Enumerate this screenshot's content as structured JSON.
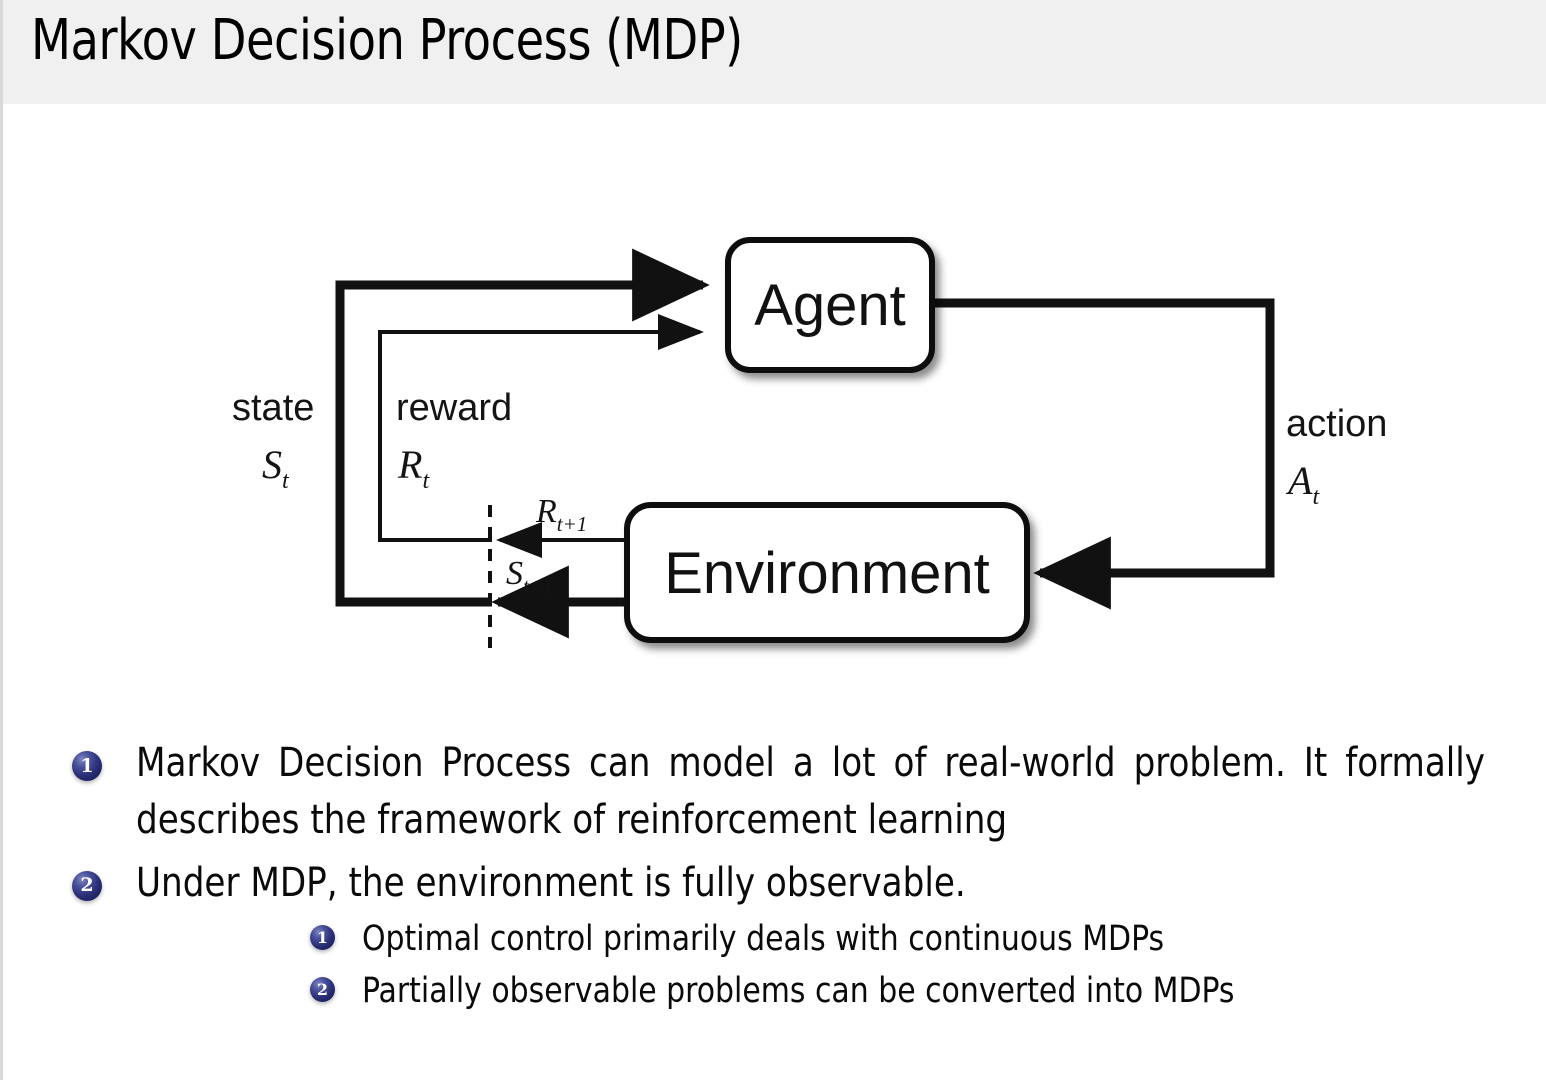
{
  "slide": {
    "title": "Markov Decision Process (MDP)",
    "header_bg": "#f0f0f0",
    "body_bg": "#ffffff",
    "bullet_color": "#2b3078",
    "text_color": "#0a0a0a"
  },
  "diagram": {
    "name": "agent-environment-interaction",
    "nodes": [
      {
        "id": "agent",
        "label": "Agent"
      },
      {
        "id": "environment",
        "label": "Environment"
      }
    ],
    "edge_labels": {
      "state_word": "state",
      "state_symbol": "S",
      "state_symbol_sub": "t",
      "reward_word": "reward",
      "reward_symbol": "R",
      "reward_symbol_sub": "t",
      "action_word": "action",
      "action_symbol": "A",
      "action_symbol_sub": "t",
      "reward_next_symbol": "R",
      "reward_next_sub": "t+1",
      "state_next_symbol": "S",
      "state_next_sub": "t+1"
    },
    "stroke_color": "#111111"
  },
  "bullets": [
    {
      "marker": "1",
      "text": "Markov Decision Process can model a lot of real-world problem. It formally describes the framework of reinforcement learning",
      "children": []
    },
    {
      "marker": "2",
      "text": "Under MDP, the environment is fully observable.",
      "children": [
        {
          "marker": "1",
          "text": "Optimal control primarily deals with continuous MDPs"
        },
        {
          "marker": "2",
          "text": "Partially observable problems can be converted into MDPs"
        }
      ]
    }
  ]
}
